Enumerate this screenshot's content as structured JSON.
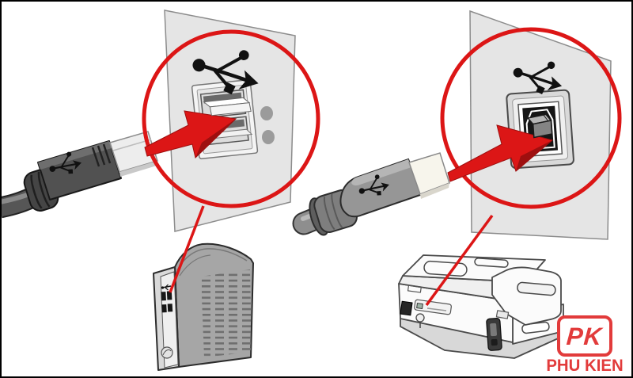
{
  "page": {
    "background": "#ffffff",
    "border_color": "#000000",
    "kind": "usb-connection-instruction-diagram"
  },
  "colors": {
    "accent_red": "#dc1616",
    "accent_red_dark": "#9e0f0f",
    "logo_red": "#e23b3b",
    "panel_fill": "#e5e5e5",
    "panel_stroke": "#8c8c8c",
    "cable_dark": "#565656",
    "cable_mid": "#8e8e8e",
    "metal_light": "#ededed",
    "device_side_gray": "#a6a6a6",
    "device_front_gray": "#efefef",
    "printer_white": "#fbfbfb",
    "printer_base_gray": "#d8d8d8",
    "led_gray": "#9b9b9b",
    "white": "#ffffff"
  },
  "watermark": {
    "initials": "PK",
    "name": "PHU KIEN"
  },
  "callouts": {
    "left": {
      "device": "computer-tower",
      "port_type": "usb-a-port",
      "icons": [
        "usb-trident-icon",
        "magnifier-circle",
        "insert-arrow-icon",
        "callout-line",
        "led-indicator"
      ]
    },
    "right": {
      "device": "printer",
      "port_type": "usb-b-port",
      "icons": [
        "usb-trident-icon",
        "magnifier-circle",
        "insert-arrow-icon",
        "callout-line"
      ]
    }
  },
  "connectors": {
    "left": "usb-type-a-plug",
    "right": "usb-type-b-plug"
  }
}
